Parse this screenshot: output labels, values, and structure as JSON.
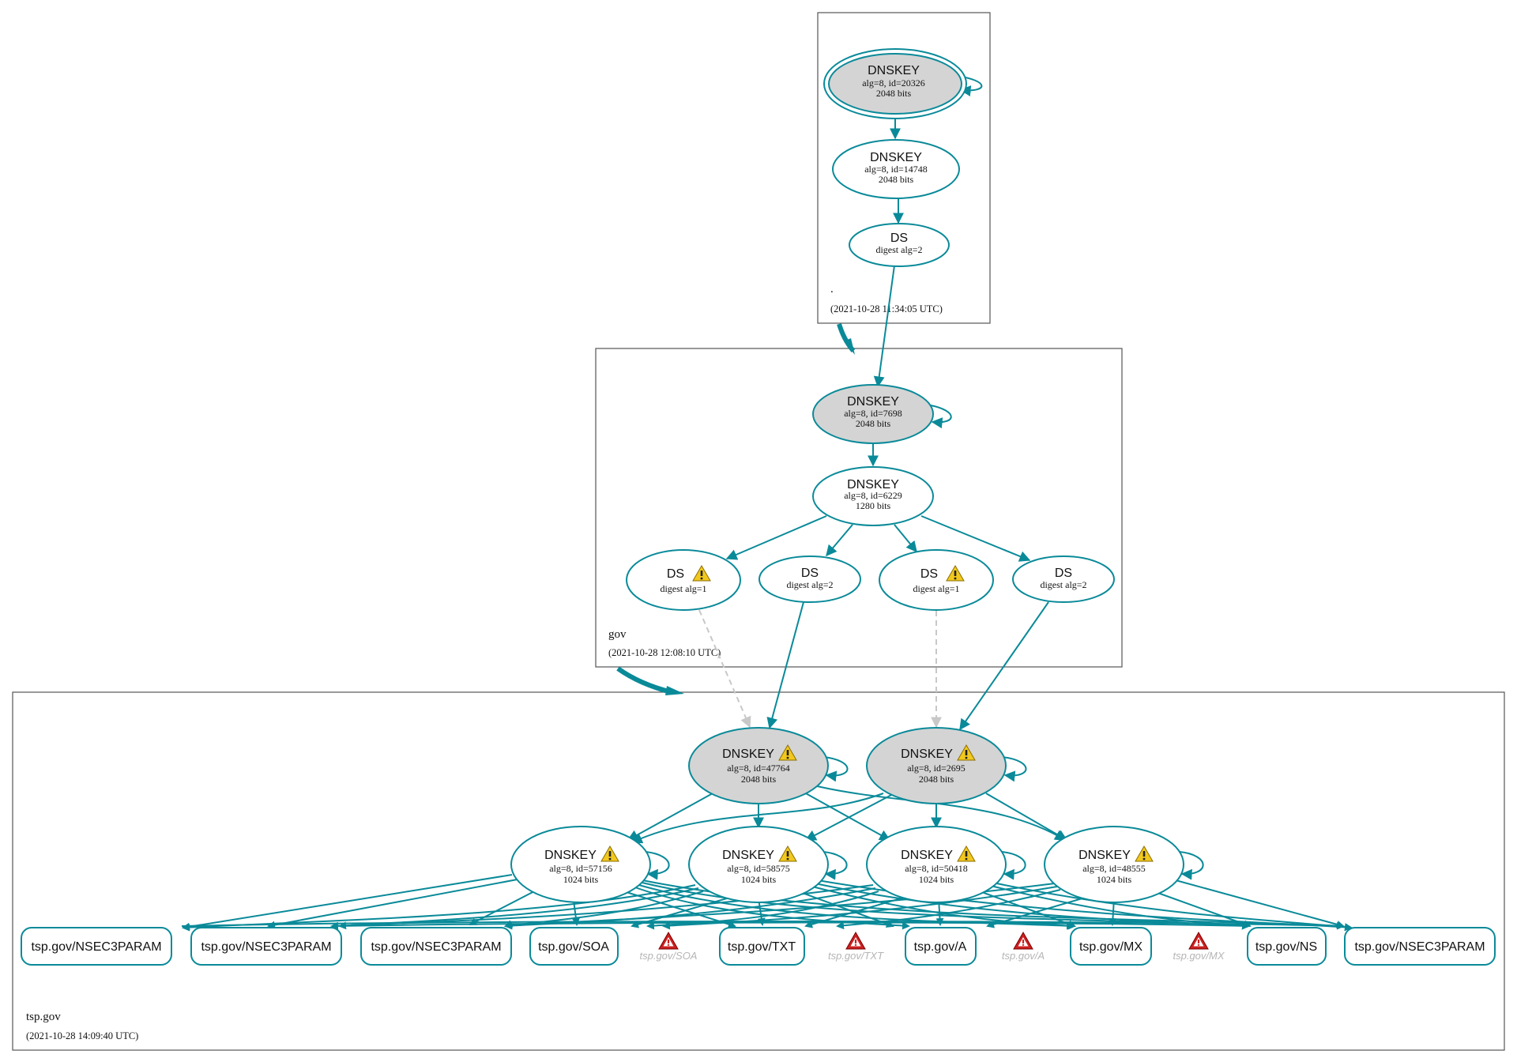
{
  "colors": {
    "edge": "#0a8a99",
    "ksk_fill": "#d4d4d4",
    "insecure_edge": "#c8c8c8",
    "warning": "#f2c81e",
    "error": "#cc2020"
  },
  "zones": {
    "root": {
      "name": ".",
      "time": "(2021-10-28 11:34:05 UTC)"
    },
    "gov": {
      "name": "gov",
      "time": "(2021-10-28 12:08:10 UTC)"
    },
    "tsp": {
      "name": "tsp.gov",
      "time": "(2021-10-28 14:09:40 UTC)"
    }
  },
  "root": {
    "ksk": {
      "title": "DNSKEY",
      "line1": "alg=8, id=20326",
      "line2": "2048 bits"
    },
    "zsk": {
      "title": "DNSKEY",
      "line1": "alg=8, id=14748",
      "line2": "2048 bits"
    },
    "ds": {
      "title": "DS",
      "line1": "digest alg=2"
    }
  },
  "gov": {
    "ksk": {
      "title": "DNSKEY",
      "line1": "alg=8, id=7698",
      "line2": "2048 bits"
    },
    "zsk": {
      "title": "DNSKEY",
      "line1": "alg=8, id=6229",
      "line2": "1280 bits"
    },
    "ds1": {
      "title": "DS",
      "line1": "digest alg=1",
      "icon": "warning-icon"
    },
    "ds2": {
      "title": "DS",
      "line1": "digest alg=2"
    },
    "ds3": {
      "title": "DS",
      "line1": "digest alg=1",
      "icon": "warning-icon"
    },
    "ds4": {
      "title": "DS",
      "line1": "digest alg=2"
    }
  },
  "tsp": {
    "ksk1": {
      "title": "DNSKEY",
      "line1": "alg=8, id=47764",
      "line2": "2048 bits",
      "icon": "warning-icon"
    },
    "ksk2": {
      "title": "DNSKEY",
      "line1": "alg=8, id=2695",
      "line2": "2048 bits",
      "icon": "warning-icon"
    },
    "zsk1": {
      "title": "DNSKEY",
      "line1": "alg=8, id=57156",
      "line2": "1024 bits",
      "icon": "warning-icon"
    },
    "zsk2": {
      "title": "DNSKEY",
      "line1": "alg=8, id=58575",
      "line2": "1024 bits",
      "icon": "warning-icon"
    },
    "zsk3": {
      "title": "DNSKEY",
      "line1": "alg=8, id=50418",
      "line2": "1024 bits",
      "icon": "warning-icon"
    },
    "zsk4": {
      "title": "DNSKEY",
      "line1": "alg=8, id=48555",
      "line2": "1024 bits",
      "icon": "warning-icon"
    },
    "rrsets": [
      "tsp.gov/NSEC3PARAM",
      "tsp.gov/NSEC3PARAM",
      "tsp.gov/NSEC3PARAM",
      "tsp.gov/SOA",
      "tsp.gov/TXT",
      "tsp.gov/A",
      "tsp.gov/MX",
      "tsp.gov/NS",
      "tsp.gov/NSEC3PARAM"
    ],
    "errors": [
      "tsp.gov/SOA",
      "tsp.gov/TXT",
      "tsp.gov/A",
      "tsp.gov/MX"
    ]
  }
}
